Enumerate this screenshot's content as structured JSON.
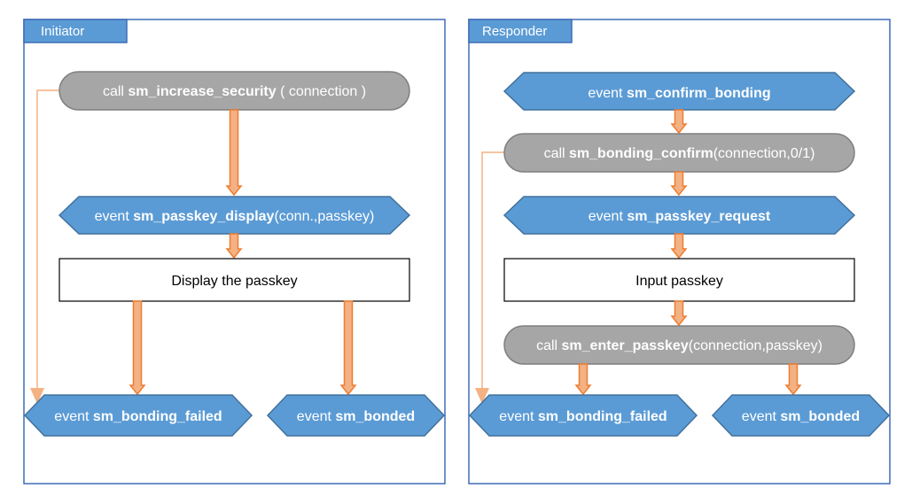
{
  "colors": {
    "panel_border": "#3f6db5",
    "tag_fill": "#5b9bd5",
    "event_fill": "#5b9bd5",
    "event_stroke": "#41719c",
    "call_fill": "#a6a6a6",
    "call_stroke": "#7f7f7f",
    "arrow_fill": "#f4b183",
    "arrow_stroke": "#ed7d31",
    "side_line": "#f4b183"
  },
  "initiator": {
    "title": "Initiator",
    "call_increase": {
      "prefix": "call ",
      "func": "sm_increase_security",
      "suffix": " ( connection )"
    },
    "event_display": {
      "prefix": "event ",
      "func": "sm_passkey_display",
      "suffix": "(conn.,passkey)"
    },
    "box_display": "Display the passkey",
    "event_failed": {
      "prefix": "event ",
      "func": "sm_bonding_failed"
    },
    "event_bonded": {
      "prefix": "event ",
      "func": "sm_bonded"
    }
  },
  "responder": {
    "title": "Responder",
    "event_confirm": {
      "prefix": "event ",
      "func": "sm_confirm_bonding"
    },
    "call_confirm": {
      "prefix": "call ",
      "func": "sm_bonding_confirm",
      "suffix": "(connection,0/1)"
    },
    "event_request": {
      "prefix": "event ",
      "func": "sm_passkey_request"
    },
    "box_input": "Input passkey",
    "call_enter": {
      "prefix": "call ",
      "func": "sm_enter_passkey",
      "suffix": "(connection,passkey)"
    },
    "event_failed": {
      "prefix": "event ",
      "func": "sm_bonding_failed"
    },
    "event_bonded": {
      "prefix": "event ",
      "func": "sm_bonded"
    }
  }
}
